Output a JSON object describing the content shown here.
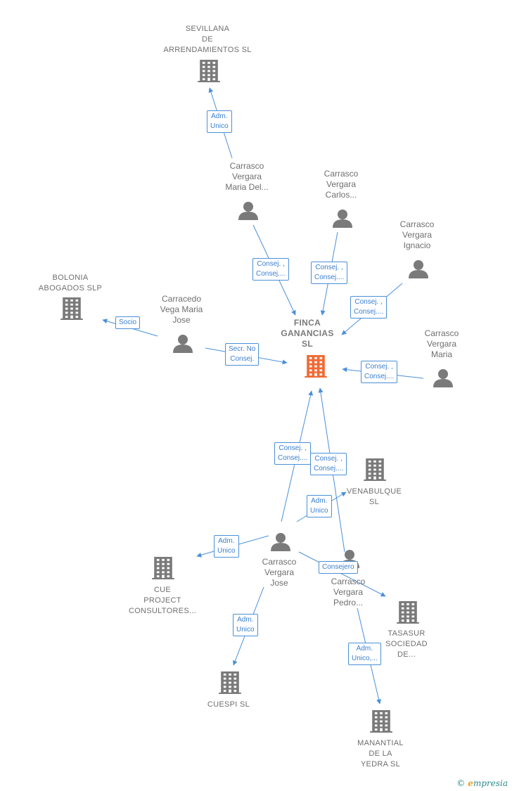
{
  "colors": {
    "edge": "#4a90d9",
    "node": "#7a7a7a",
    "focus": "#f06a35",
    "label_text": "#6f6f6f"
  },
  "nodes": [
    {
      "id": "finca",
      "type": "company-focus",
      "icon": "building-icon",
      "lines": [
        "FINCA",
        "GANANCIAS",
        "SL"
      ]
    },
    {
      "id": "sevillana",
      "type": "company",
      "icon": "building-icon",
      "lines": [
        "SEVILLANA",
        "DE",
        "ARRENDAMIENTOS SL"
      ]
    },
    {
      "id": "bolonia",
      "type": "company",
      "icon": "building-icon",
      "lines": [
        "BOLONIA",
        "ABOGADOS SLP"
      ]
    },
    {
      "id": "venabulque",
      "type": "company",
      "icon": "building-icon",
      "lines": [
        "VENABULQUE",
        "SL"
      ]
    },
    {
      "id": "cue",
      "type": "company",
      "icon": "building-icon",
      "lines": [
        "CUE",
        "PROJECT",
        "CONSULTORES..."
      ]
    },
    {
      "id": "tasasur",
      "type": "company",
      "icon": "building-icon",
      "lines": [
        "TASASUR",
        "SOCIEDAD",
        "DE..."
      ]
    },
    {
      "id": "cuespi",
      "type": "company",
      "icon": "building-icon",
      "lines": [
        "CUESPI SL"
      ]
    },
    {
      "id": "manantial",
      "type": "company",
      "icon": "building-icon",
      "lines": [
        "MANANTIAL",
        "DE LA",
        "YEDRA  SL"
      ]
    },
    {
      "id": "maria_del",
      "type": "person",
      "icon": "person-icon",
      "lines": [
        "Carrasco",
        "Vergara",
        "Maria Del..."
      ]
    },
    {
      "id": "carlos",
      "type": "person",
      "icon": "person-icon",
      "lines": [
        "Carrasco",
        "Vergara",
        "Carlos..."
      ]
    },
    {
      "id": "ignacio",
      "type": "person",
      "icon": "person-icon",
      "lines": [
        "Carrasco",
        "Vergara",
        "Ignacio"
      ]
    },
    {
      "id": "carracedo",
      "type": "person",
      "icon": "person-icon",
      "lines": [
        "Carracedo",
        "Vega Maria",
        "Jose"
      ]
    },
    {
      "id": "maria",
      "type": "person",
      "icon": "person-icon",
      "lines": [
        "Carrasco",
        "Vergara",
        "Maria"
      ]
    },
    {
      "id": "jose",
      "type": "person",
      "icon": "person-icon",
      "lines": [
        "Carrasco",
        "Vergara",
        "Jose"
      ]
    },
    {
      "id": "pedro",
      "type": "person",
      "icon": "person-icon",
      "lines": [
        "Carrasco",
        "Vergara",
        "Pedro..."
      ]
    }
  ],
  "edges": [
    {
      "from": "maria_del",
      "to": "sevillana",
      "lines": [
        "Adm.",
        "Unico"
      ]
    },
    {
      "from": "maria_del",
      "to": "finca",
      "lines": [
        "Consej. ,",
        "Consej...."
      ]
    },
    {
      "from": "carlos",
      "to": "finca",
      "lines": [
        "Consej. ,",
        "Consej...."
      ]
    },
    {
      "from": "ignacio",
      "to": "finca",
      "lines": [
        "Consej. ,",
        "Consej...."
      ]
    },
    {
      "from": "carracedo",
      "to": "bolonia",
      "lines": [
        "Socio"
      ]
    },
    {
      "from": "carracedo",
      "to": "finca",
      "lines": [
        "Secr.  No",
        "Consej."
      ]
    },
    {
      "from": "maria",
      "to": "finca",
      "lines": [
        "Consej. ,",
        "Consej...."
      ]
    },
    {
      "from": "jose",
      "to": "finca",
      "lines": [
        "Consej. ,",
        "Consej...."
      ]
    },
    {
      "from": "pedro",
      "to": "finca",
      "lines": [
        "Consej. ,",
        "Consej...."
      ]
    },
    {
      "from": "jose",
      "to": "venabulque",
      "lines": [
        "Adm.",
        "Unico"
      ]
    },
    {
      "from": "jose",
      "to": "cue",
      "lines": [
        "Adm.",
        "Unico"
      ]
    },
    {
      "from": "jose",
      "to": "tasasur",
      "lines": [
        "Consejero"
      ]
    },
    {
      "from": "jose",
      "to": "cuespi",
      "lines": [
        "Adm.",
        "Unico"
      ]
    },
    {
      "from": "pedro",
      "to": "manantial",
      "lines": [
        "Adm.",
        "Unico,..."
      ]
    }
  ],
  "watermark": {
    "copyright": "©",
    "brand_initial": "e",
    "brand_rest": "mpresia"
  }
}
